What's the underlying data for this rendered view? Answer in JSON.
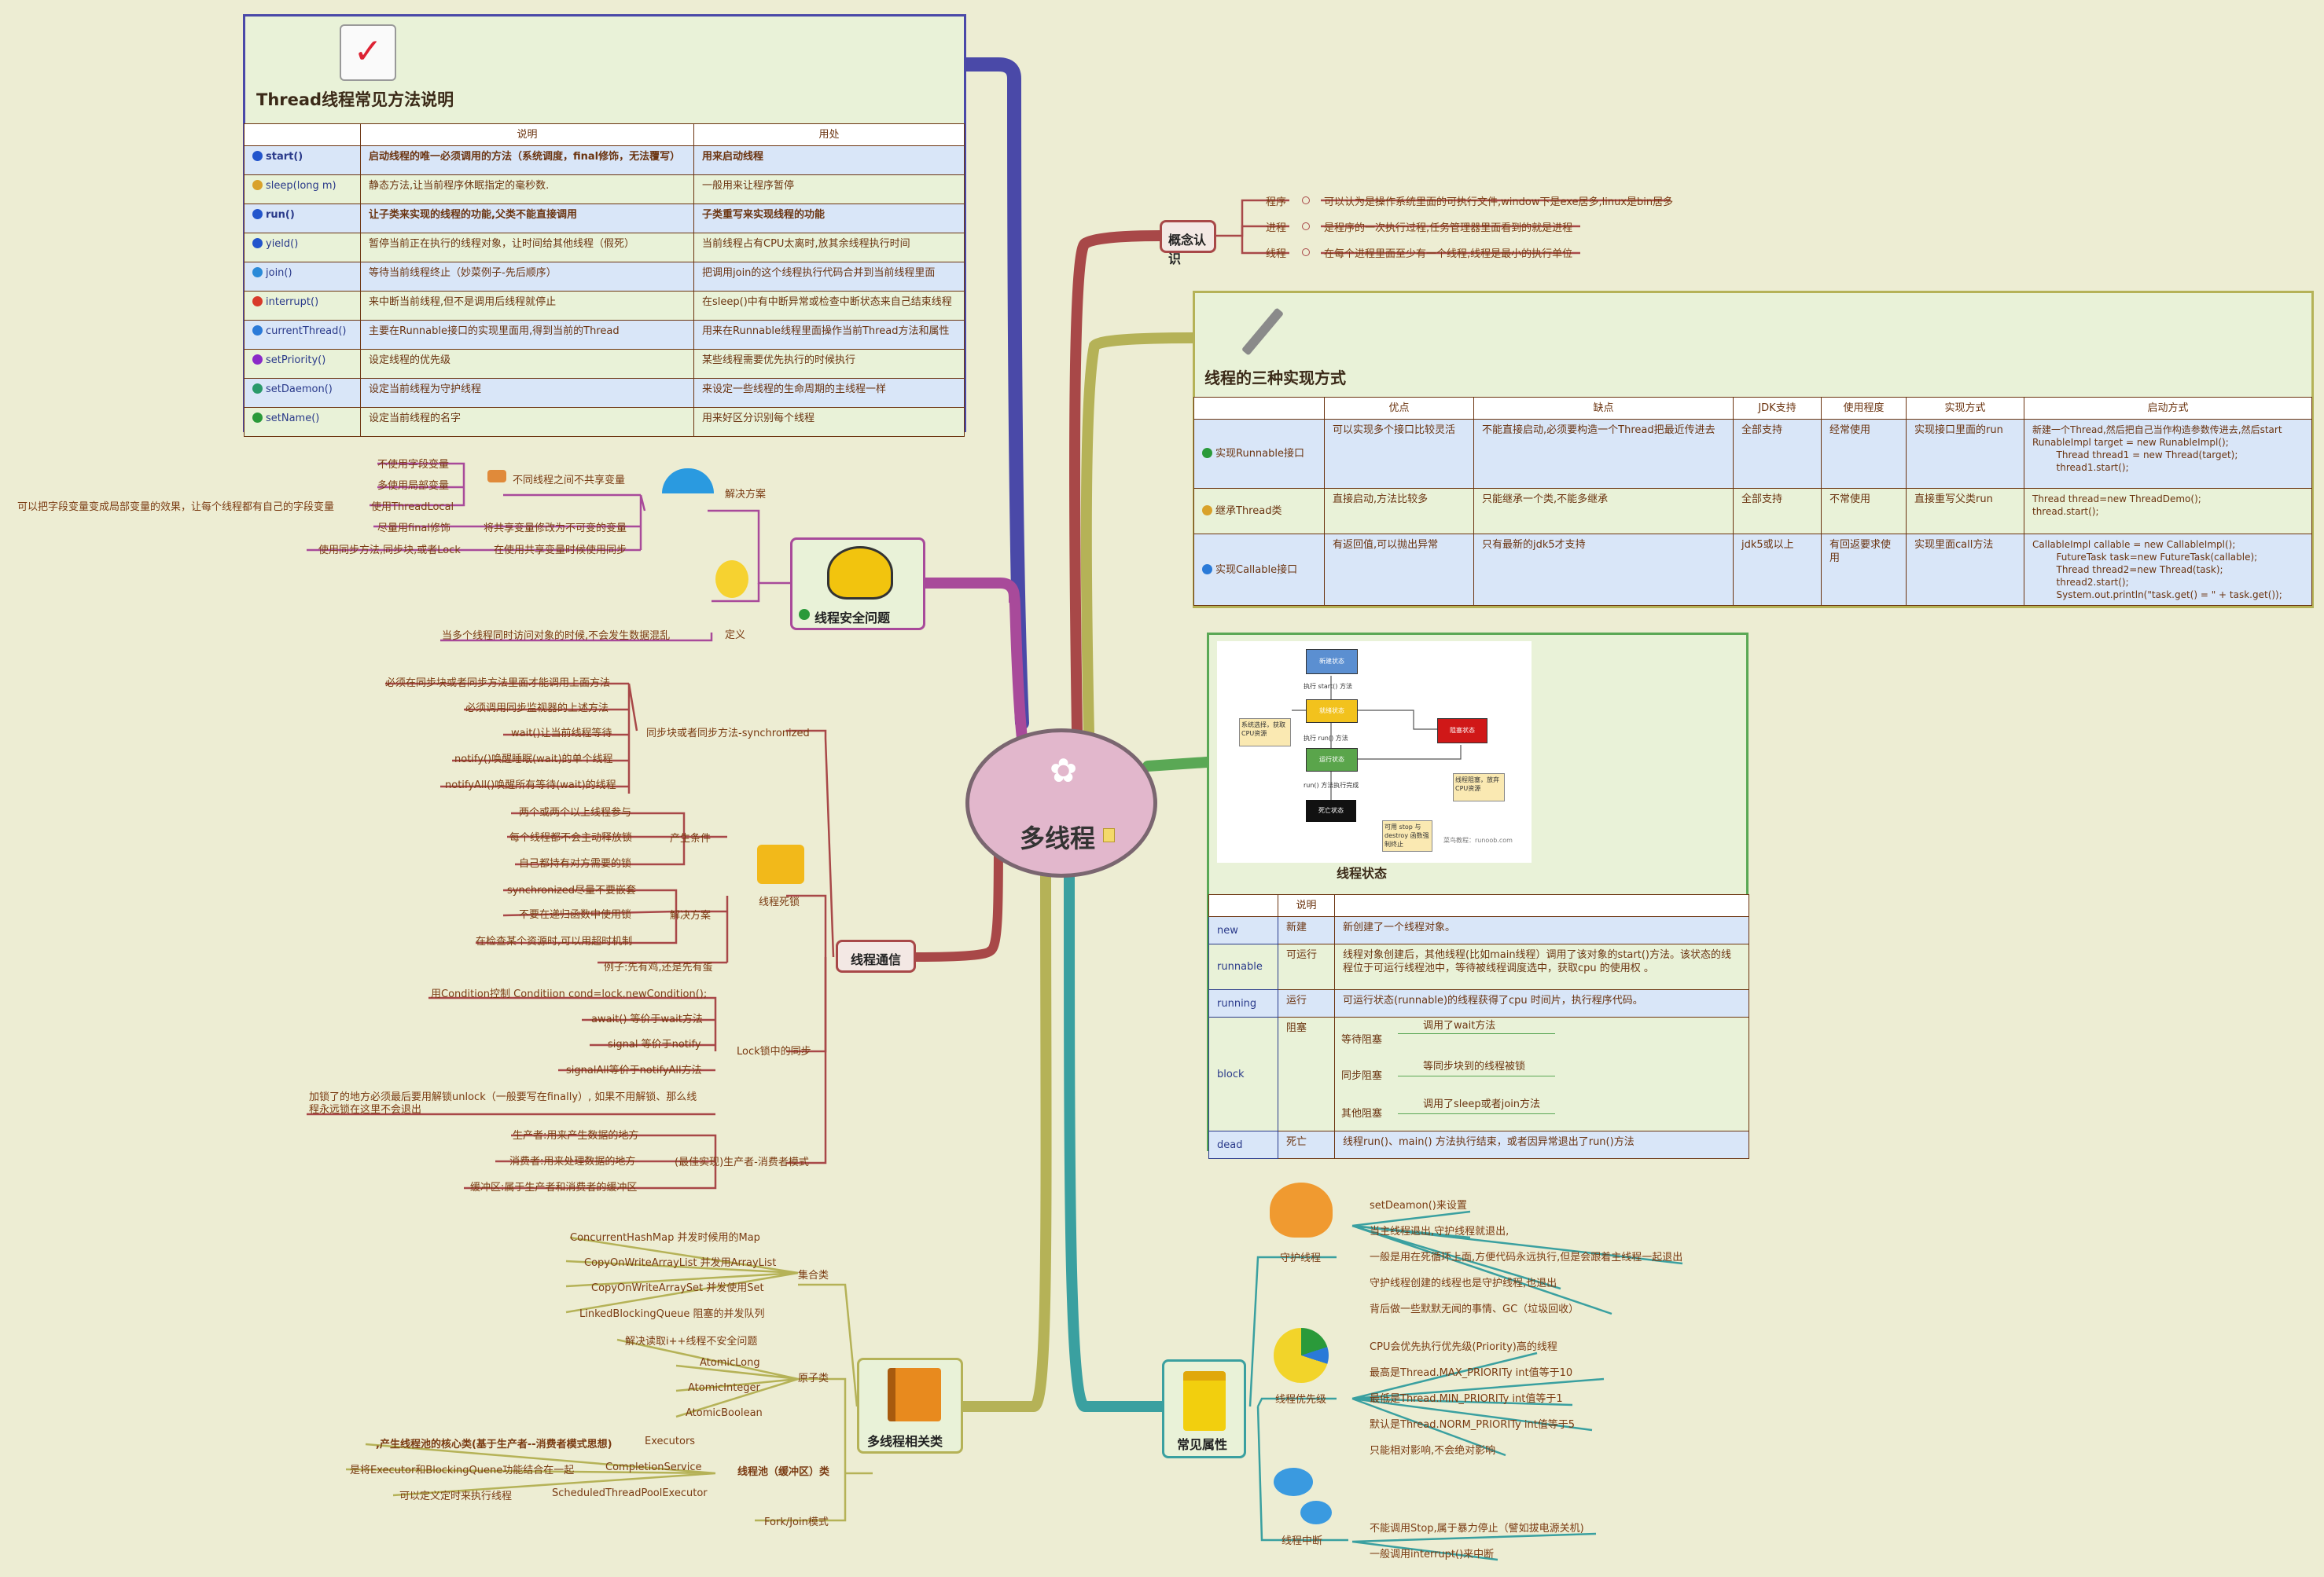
{
  "center": {
    "title": "多线程"
  },
  "thread_methods": {
    "title": "Thread线程常见方法说明",
    "headers": [
      "说明",
      "用处"
    ],
    "rows": [
      {
        "name": "start()",
        "desc": "启动线程的唯一必须调用的方法（系统调度，final修饰，无法覆写）",
        "use": "用来启动线程",
        "color": "#2255cc"
      },
      {
        "name": "sleep(long m)",
        "desc": "静态方法,让当前程序休眠指定的毫秒数.",
        "use": "一般用来让程序暂停",
        "color": "#d9a22a"
      },
      {
        "name": "run()",
        "desc": "让子类来实现的线程的功能,父类不能直接调用",
        "use": "子类重写来实现线程的功能",
        "color": "#2255cc"
      },
      {
        "name": "yield()",
        "desc": "暂停当前正在执行的线程对象，让时间给其他线程（假死）",
        "use": "当前线程占有CPU太离时,放其余线程执行时间",
        "color": "#2255cc"
      },
      {
        "name": "join()",
        "desc": "等待当前线程终止（妙菜例子-先后顺序）",
        "use": "把调用join的这个线程执行代码合并到当前线程里面",
        "color": "#2a8ad8"
      },
      {
        "name": "interrupt()",
        "desc": "来中断当前线程,但不是调用后线程就停止",
        "use": "在sleep()中有中断异常或检查中断状态来自己结束线程",
        "color": "#d83a2a"
      },
      {
        "name": "currentThread()",
        "desc": "主要在Runnable接口的实现里面用,得到当前的Thread",
        "use": "用来在Runnable线程里面操作当前Thread方法和属性",
        "color": "#2a7ad8"
      },
      {
        "name": "setPriority()",
        "desc": "设定线程的优先级",
        "use": "某些线程需要优先执行的时候执行",
        "color": "#8a2ac8"
      },
      {
        "name": "setDaemon()",
        "desc": "设定当前线程为守护线程",
        "use": "来设定一些线程的生命周期的主线程一样",
        "color": "#2a9a6a"
      },
      {
        "name": "setName()",
        "desc": "设定当前线程的名字",
        "use": "用来好区分识别每个线程",
        "color": "#2a9a3a"
      }
    ]
  },
  "concept": {
    "title": "概念认识",
    "items": [
      {
        "k": "程序",
        "v": "可以认为是操作系统里面的可执行文件,window下是exe居多,linux是bin居多"
      },
      {
        "k": "进程",
        "v": "是程序的一次执行过程,任务管理器里面看到的就是进程"
      },
      {
        "k": "线程",
        "v": "在每个进程里面至少有一个线程,线程是最小的执行单位"
      }
    ]
  },
  "impl": {
    "title": "线程的三种实现方式",
    "headers": [
      "",
      "优点",
      "缺点",
      "JDK支持",
      "使用程度",
      "实现方式",
      "启动方式"
    ],
    "rows": [
      {
        "name": "实现Runnable接口",
        "pro": "可以实现多个接口比较灵活",
        "con": "不能直接启动,必须要构造一个Thread把最近传进去",
        "jdk": "全部支持",
        "use": "经常使用",
        "way": "实现接口里面的run",
        "start": "新建一个Thread,然后把自己当作构造参数传进去,然后start\nRunableImpl target = new RunableImpl();\n        Thread thread1 = new Thread(target);\n        thread1.start();"
      },
      {
        "name": "继承Thread类",
        "pro": "直接启动,方法比较多",
        "con": "只能继承一个类,不能多继承",
        "jdk": "全部支持",
        "use": "不常使用",
        "way": "直接重写父类run",
        "start": "Thread thread=new ThreadDemo();\nthread.start();"
      },
      {
        "name": "实现Callable接口",
        "pro": "有返回值,可以抛出异常",
        "con": "只有最新的jdk5才支持",
        "jdk": "jdk5或以上",
        "use": "有回返要求使用",
        "way": "实现里面call方法",
        "start": "CallableImpl callable = new CallableImpl();\n        FutureTask task=new FutureTask(callable);\n        Thread thread2=new Thread(task);\n        thread2.start();\n        System.out.println(\"task.get() = \" + task.get());"
      }
    ]
  },
  "state": {
    "title": "线程状态",
    "watermark": "菜鸟教程：runoob.com",
    "diagram": {
      "new": "新建状态",
      "ready": "就绪状态",
      "run": "运行状态",
      "dead": "死亡状态",
      "block": "阻塞状态",
      "l_start": "执行 start() 方法",
      "l_run": "执行 run() 方法",
      "l_finish": "run() 方法执行完成",
      "l_cpu": "系统选择，获取CPU资源",
      "l_block": "线程阻塞，放弃CPU资源",
      "l_stop": "可用 stop 与 destroy 函数强制终止"
    },
    "header": "说明",
    "rows": [
      {
        "k": "new",
        "c": "新建",
        "d": "新创建了一个线程对象。"
      },
      {
        "k": "runnable",
        "c": "可运行",
        "d": "线程对象创建后，其他线程(比如main线程）调用了该对象的start()方法。该状态的线程位于可运行线程池中，等待被线程调度选中，获取cpu 的使用权 。"
      },
      {
        "k": "running",
        "c": "运行",
        "d": "可运行状态(runnable)的线程获得了cpu 时间片，执行程序代码。"
      },
      {
        "k": "block",
        "c": "阻塞",
        "subs": [
          {
            "k": "等待阻塞",
            "v": "调用了wait方法"
          },
          {
            "k": "同步阻塞",
            "v": "等同步块到的线程被锁"
          },
          {
            "k": "其他阻塞",
            "v": "调用了sleep或者join方法"
          }
        ]
      },
      {
        "k": "dead",
        "c": "死亡",
        "d": "线程run()、main() 方法执行结束，或者因异常退出了run()方法"
      }
    ]
  },
  "safety": {
    "title": "线程安全问题",
    "solution": "解决方案",
    "definition": "定义",
    "def_text": "当多个线程同时访问对象的时候,不会发生数据混乱",
    "no_share": "不同线程之间不共享变量",
    "items": [
      "不使用字段变量",
      "多使用局部变量",
      "使用ThreadLocal",
      "尽量用final修饰",
      "使用同步方法,同步块,或者Lock"
    ],
    "tl_note": "可以把字段变量变成局部变量的效果，让每个线程都有自己的字段变量",
    "final_note": "将共享变量修改为不可变的变量",
    "lock_note": "在使用共享变量时候使用同步"
  },
  "comm": {
    "title": "线程通信",
    "sync": {
      "label": "同步块或者同步方法-synchronized",
      "items": [
        "必须在同步块或者同步方法里面才能调用上面方法",
        "必须调用同步监视器的上述方法",
        "wait()让当前线程等待",
        "notify()唤醒睡眠(wait)的单个线程",
        "notifyAll()唤醒所有等待(wait)的线程"
      ]
    },
    "deadlock": {
      "label": "线程死锁",
      "cond": "产生条件",
      "conds": [
        "两个或两个以上线程参与",
        "每个线程都不会主动释放锁",
        "自己都持有对方需要的锁"
      ],
      "sol": "解决方案",
      "sols": [
        "synchronized尽量不要嵌套",
        "不要在递归函数中使用锁",
        "在检查某个资源时,可以用超时机制"
      ],
      "example": "例子:先有鸡,还是先有蛋"
    },
    "lock": {
      "label": "Lock锁中的同步",
      "items": [
        "用Condition控制 Conditiion cond=lock.newCondition();",
        "await() 等价于wait方法",
        "signal 等价于notify",
        "signalAll等价于notifyAll方法",
        "加锁了的地方必须最后要用解锁unlock（一般要写在finally）, 如果不用解锁、那么线",
        "程永远锁在这里不会退出"
      ]
    },
    "pc": {
      "label": "(最佳实现)生产者-消费者模式",
      "items": [
        "生产者:用来产生数据的地方",
        "消费者:用来处理数据的地方",
        "缓冲区:属于生产者和消费者的缓冲区"
      ]
    }
  },
  "related": {
    "title": "多线程相关类",
    "coll": {
      "label": "集合类",
      "items": [
        "ConcurrentHashMap 并发时候用的Map",
        "CopyOnWriteArrayList 并发用ArrayList",
        "CopyOnWriteArraySet 并发使用Set",
        "LinkedBlockingQueue 阻塞的并发队列"
      ]
    },
    "atomic": {
      "label": "原子类",
      "items": [
        "解决读取i++线程不安全问题",
        "AtomicLong",
        "AtomicInteger",
        "AtomicBoolean"
      ]
    },
    "pool": {
      "label": "线程池（缓冲区）类",
      "items": [
        {
          "k": "Executors",
          "v": ",产生线程池的核心类(基于生产者--消费者模式思想)"
        },
        {
          "k": "CompletionService",
          "v": "是将Executor和BlockingQuene功能结合在一起"
        },
        {
          "k": "ScheduledThreadPoolExecutor",
          "v": "可以定义定时来执行线程"
        }
      ]
    },
    "fj": "Fork/Join模式"
  },
  "common": {
    "title": "常见属性",
    "daemon": {
      "label": "守护线程",
      "items": [
        "setDeamon()来设置",
        "当主线程退出,守护线程就退出,",
        "一般是用在死循环上面,方便代码永远执行,但是会跟着主线程一起退出",
        "守护线程创建的线程也是守护线程,也退出",
        "背后做一些默默无闻的事情、GC（垃圾回收）"
      ]
    },
    "prio": {
      "label": "线程优先级",
      "items": [
        "CPU会优先执行优先级(Priority)高的线程",
        "最高是Thread.MAX_PRIORITy int值等于10",
        "最低是Thread.MIN_PRIORITy int值等于1",
        "默认是Thread.NORM_PRIORITy int值等于5",
        "只能相对影响,不会绝对影响"
      ]
    },
    "intr": {
      "label": "线程中断",
      "items": [
        "不能调用Stop,属于暴力停止（譬如拔电源关机)",
        "一般调用interrupt()来中断"
      ]
    }
  },
  "colors": {
    "bg": "#ededd3",
    "methods_border": "#4a49a8",
    "impl_border": "#b5b257",
    "state_border": "#5aa855",
    "concept_border": "#a84848",
    "safety_border": "#a84a9a",
    "comm_border": "#a84848",
    "related_border": "#b5b257",
    "common_border": "#3aa0a0"
  }
}
